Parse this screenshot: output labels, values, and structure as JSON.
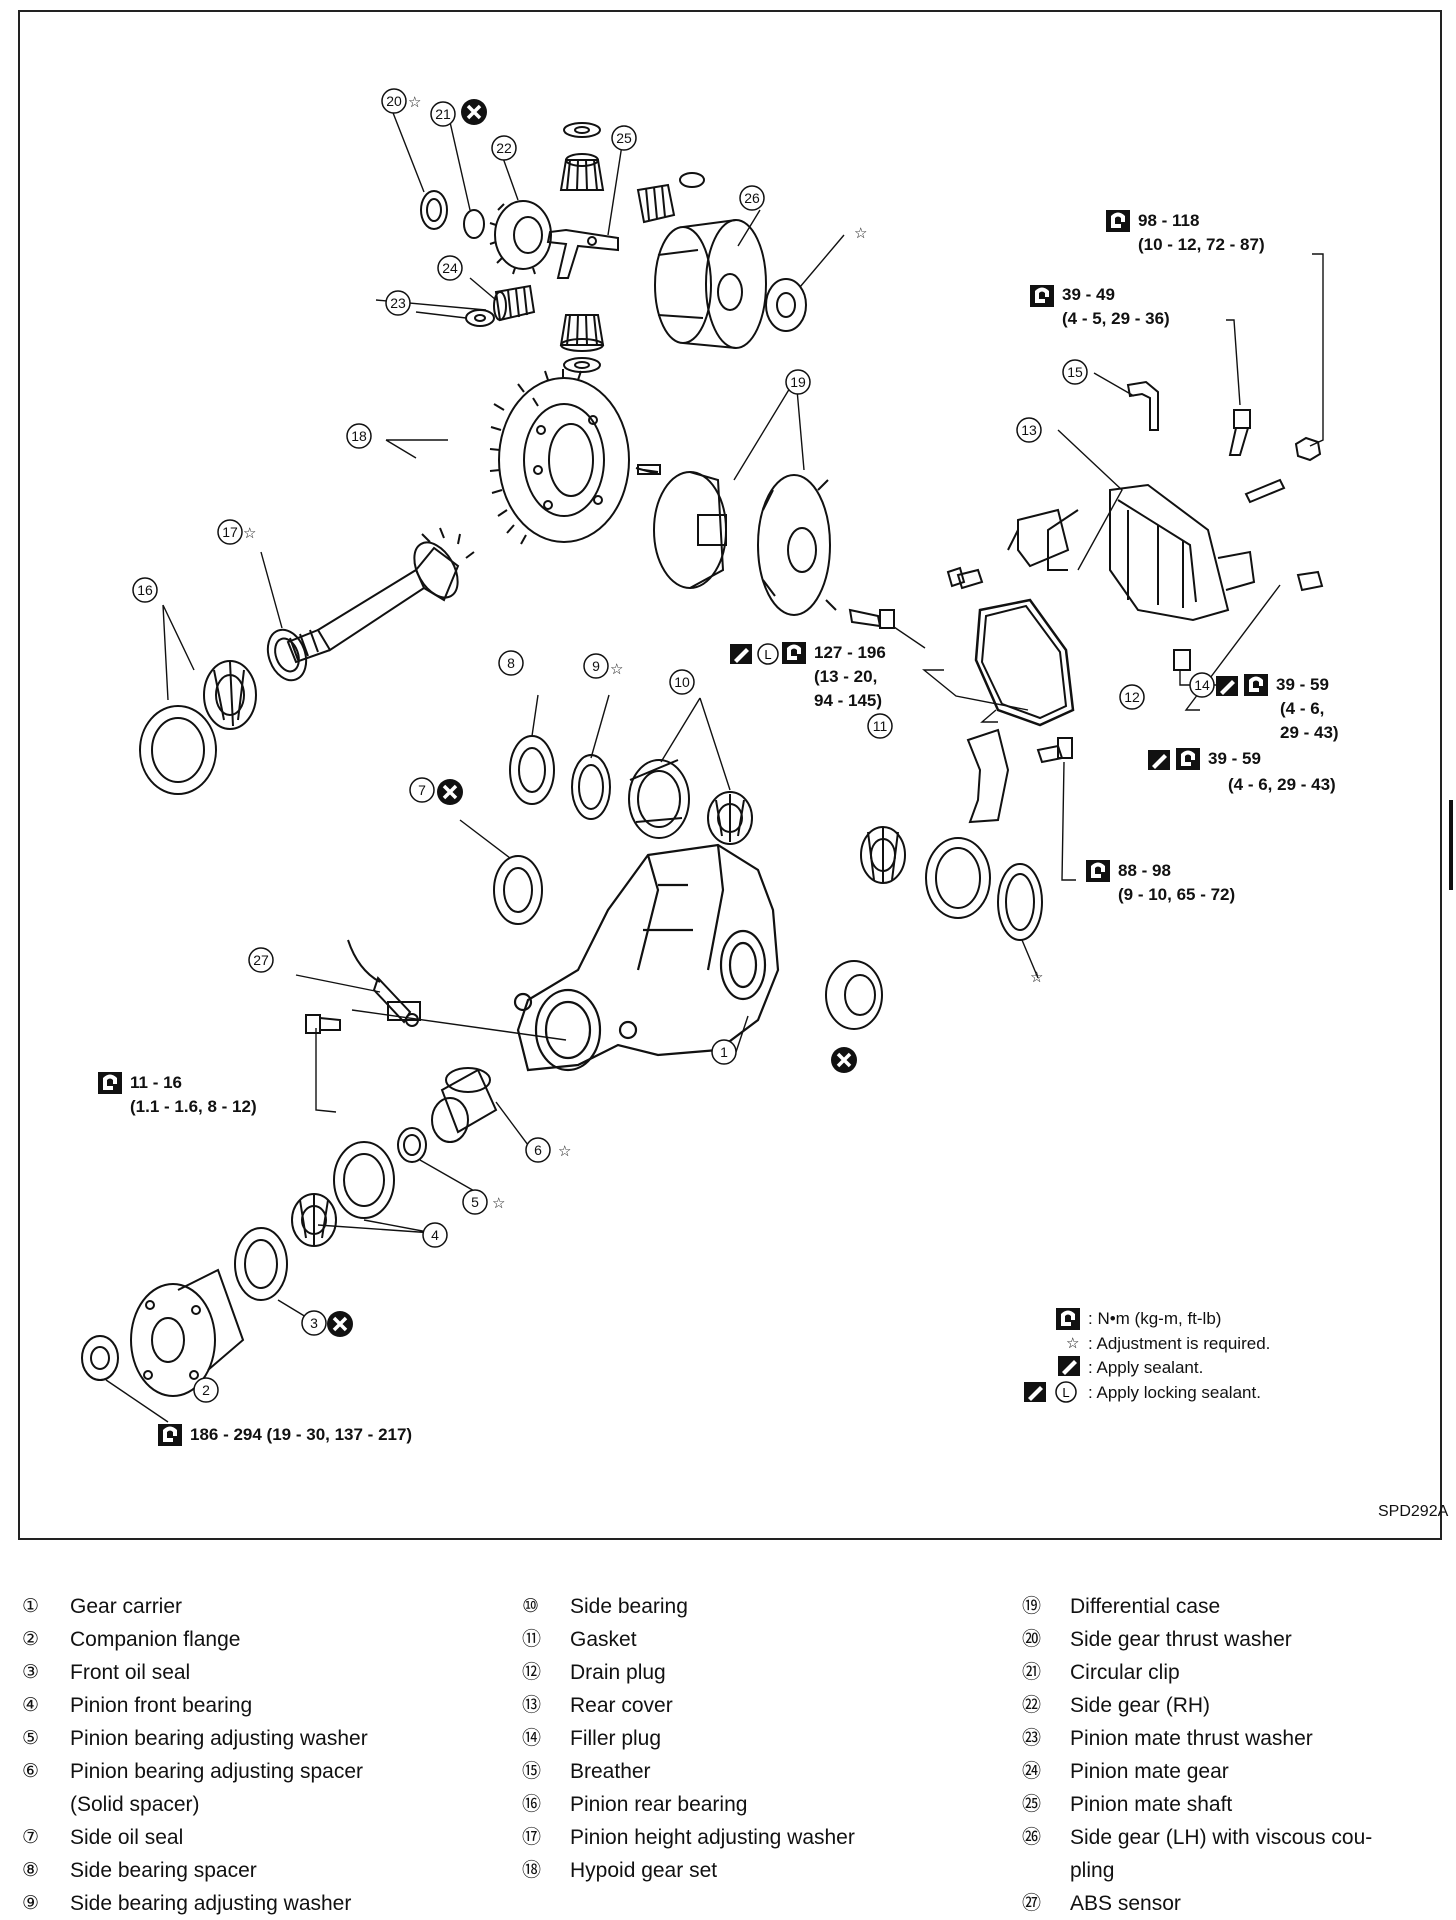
{
  "figure_code": "SPD292A",
  "torque_labels": {
    "t1": "98 - 118",
    "t1b": "(10 - 12, 72 - 87)",
    "t2": "39 - 49",
    "t2b": "(4 - 5, 29 - 36)",
    "t3": "127 - 196",
    "t3b": "(13 - 20,",
    "t3c": "94 - 145)",
    "t4": "39 - 59",
    "t4b": "(4 - 6,",
    "t4c": "29 - 43)",
    "t5": "39 - 59",
    "t5b": "(4 - 6, 29 - 43)",
    "t6": "88 - 98",
    "t6b": "(9 - 10, 65 - 72)",
    "t7": "11 - 16",
    "t7b": "(1.1 - 1.6, 8 - 12)",
    "t8": "186 - 294 (19 - 30, 137 - 217)"
  },
  "callouts": [
    "1",
    "2",
    "3",
    "4",
    "5",
    "6",
    "7",
    "8",
    "9",
    "10",
    "11",
    "12",
    "13",
    "14",
    "15",
    "16",
    "17",
    "18",
    "19",
    "20",
    "21",
    "22",
    "23",
    "24",
    "25",
    "26",
    "27"
  ],
  "legend": {
    "torque": ": N•m (kg-m, ft-lb)",
    "adjust": ": Adjustment is required.",
    "sealant": ": Apply sealant.",
    "locking": ": Apply locking sealant."
  },
  "parts": [
    {
      "no": "①",
      "name": "Gear carrier"
    },
    {
      "no": "②",
      "name": "Companion flange"
    },
    {
      "no": "③",
      "name": "Front oil seal"
    },
    {
      "no": "④",
      "name": "Pinion front bearing"
    },
    {
      "no": "⑤",
      "name": "Pinion bearing adjusting washer"
    },
    {
      "no": "⑥",
      "name": "Pinion bearing adjusting spacer\n(Solid spacer)"
    },
    {
      "no": "⑦",
      "name": "Side oil seal"
    },
    {
      "no": "⑧",
      "name": "Side bearing spacer"
    },
    {
      "no": "⑨",
      "name": "Side bearing adjusting washer"
    },
    {
      "no": "⑩",
      "name": "Side bearing"
    },
    {
      "no": "⑪",
      "name": "Gasket"
    },
    {
      "no": "⑫",
      "name": "Drain plug"
    },
    {
      "no": "⑬",
      "name": "Rear cover"
    },
    {
      "no": "⑭",
      "name": "Filler plug"
    },
    {
      "no": "⑮",
      "name": "Breather"
    },
    {
      "no": "⑯",
      "name": "Pinion rear bearing"
    },
    {
      "no": "⑰",
      "name": "Pinion height adjusting washer"
    },
    {
      "no": "⑱",
      "name": "Hypoid gear set"
    },
    {
      "no": "⑲",
      "name": "Differential case"
    },
    {
      "no": "⑳",
      "name": "Side gear thrust washer"
    },
    {
      "no": "㉑",
      "name": "Circular clip"
    },
    {
      "no": "㉒",
      "name": "Side gear (RH)"
    },
    {
      "no": "㉓",
      "name": "Pinion mate thrust washer"
    },
    {
      "no": "㉔",
      "name": "Pinion mate gear"
    },
    {
      "no": "㉕",
      "name": "Pinion mate shaft"
    },
    {
      "no": "㉖",
      "name": "Side gear (LH) with viscous cou-\npling"
    },
    {
      "no": "㉗",
      "name": "ABS sensor"
    }
  ]
}
